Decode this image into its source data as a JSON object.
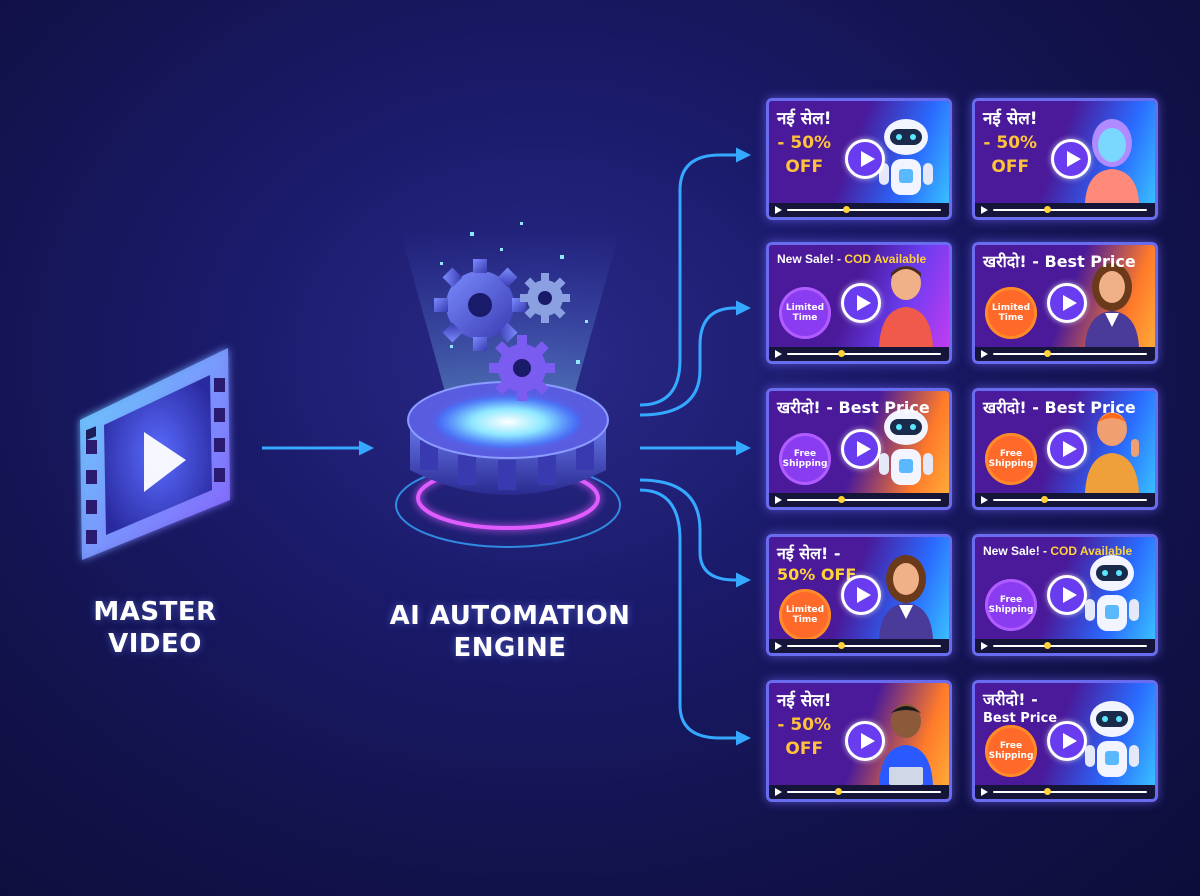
{
  "nodes": {
    "master": "MASTER\nVIDEO",
    "engine": "AI AUTOMATION\nENGINE"
  },
  "colors": {
    "arrow": "#35a8ff",
    "card_border": "#6a6cf0",
    "highlight_yellow": "#ffd23a",
    "play_purple": "#6a3cf0"
  },
  "cards": [
    {
      "id": "c1",
      "style": "big",
      "line1": "नई सेल!",
      "line2": "- 50%",
      "line3": "OFF",
      "avatar": "robot",
      "bg": "purple-blue",
      "badge": null,
      "progress": 0.38
    },
    {
      "id": "c2",
      "style": "big",
      "line1": "नई सेल!",
      "line2": "- 50%",
      "line3": "OFF",
      "avatar": "woman-blue",
      "bg": "purple-blue",
      "badge": null,
      "progress": 0.35
    },
    {
      "id": "c3",
      "style": "small",
      "line1": "New Sale! - ",
      "line1_hl": "COD Available",
      "avatar": "man",
      "bg": "purple-pink",
      "badge": {
        "text": "Limited\nTime",
        "color": "purple"
      },
      "progress": 0.35
    },
    {
      "id": "c4",
      "style": "medium",
      "line1": "खरीदो! - Best Price",
      "avatar": "woman",
      "bg": "purple-orange",
      "badge": {
        "text": "Limited\nTime",
        "color": "orange"
      },
      "progress": 0.35
    },
    {
      "id": "c5",
      "style": "medium",
      "line1": "खरीदो! - Best Price",
      "avatar": "robot",
      "bg": "purple-orange",
      "badge": {
        "text": "Free\nShipping",
        "color": "purple"
      },
      "progress": 0.35
    },
    {
      "id": "c6",
      "style": "medium",
      "line1": "खरीदो! - Best Price",
      "avatar": "man-orange",
      "bg": "purple-blue",
      "badge": {
        "text": "Free\nShipping",
        "color": "orange"
      },
      "progress": 0.33
    },
    {
      "id": "c7",
      "style": "stack",
      "line1": "नई सेल! -",
      "line2": "50% OFF",
      "avatar": "woman",
      "bg": "purple-blue",
      "badge": {
        "text": "Limited\nTime",
        "color": "orange"
      },
      "progress": 0.35
    },
    {
      "id": "c8",
      "style": "small",
      "line1": "New Sale! - ",
      "line1_hl": "COD Available",
      "avatar": "robot",
      "bg": "purple-blue",
      "badge": {
        "text": "Free\nShipping",
        "color": "purple"
      },
      "progress": 0.35
    },
    {
      "id": "c9",
      "style": "big",
      "line1": "नई सेल!",
      "line2": "- 50%",
      "line3": "OFF",
      "avatar": "man-dark",
      "bg": "purple-orange",
      "badge": null,
      "progress": 0.33
    },
    {
      "id": "c10",
      "style": "stack2",
      "line1": "जरीदो! -",
      "line2": "Best Price",
      "avatar": "robot",
      "bg": "purple-blue",
      "badge": {
        "text": "Free\nShipping",
        "color": "orange"
      },
      "progress": 0.35
    }
  ]
}
